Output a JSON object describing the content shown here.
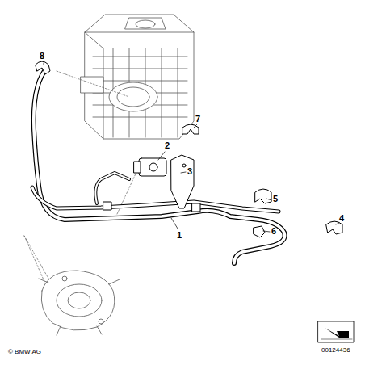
{
  "diagram": {
    "labels": [
      "8",
      "7",
      "2",
      "3",
      "5",
      "4",
      "6",
      "1",
      "© BMW AG",
      "00124436"
    ]
  }
}
